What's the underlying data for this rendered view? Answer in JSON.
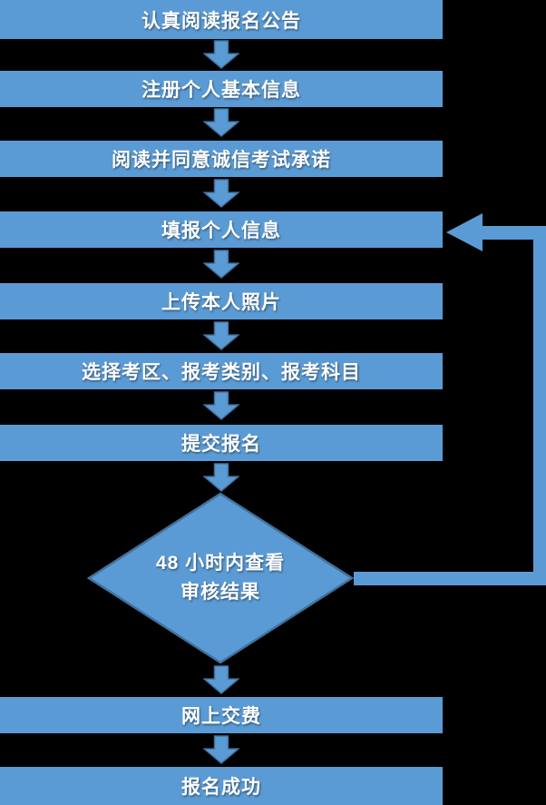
{
  "flowchart": {
    "colors": {
      "background": "#000000",
      "shape_fill": "#5B9BD5",
      "shape_border": "#41719C",
      "text": "#FFFFFF"
    },
    "steps": [
      "认真阅读报名公告",
      "注册个人基本信息",
      "阅读并同意诚信考试承诺",
      "填报个人信息",
      "上传本人照片",
      "选择考区、报考类别、报考科目",
      "提交报名",
      "网上交费",
      "报名成功"
    ],
    "decision": {
      "line1": "48 小时内查看",
      "line2": "审核结果"
    }
  }
}
